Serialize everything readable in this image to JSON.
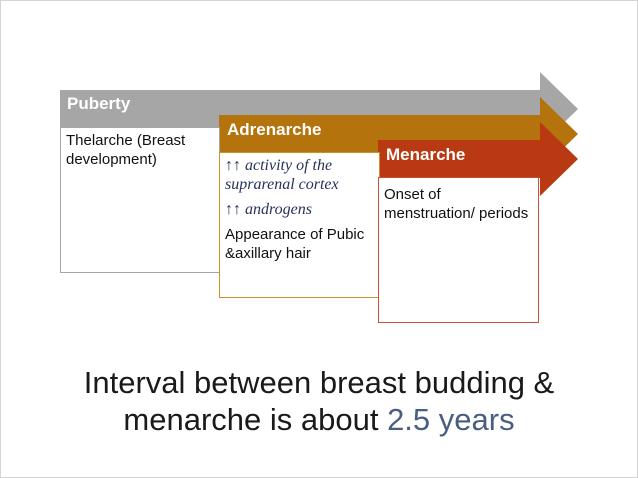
{
  "stages": [
    {
      "title": "Puberty",
      "lines": [
        "Thelarche (Breast development)"
      ],
      "color": "#a6a6a6"
    },
    {
      "title": "Adrenarche",
      "lines": [
        "↑↑ activity of the suprarenal cortex",
        "↑↑ androgens",
        "Appearance of Pubic &axillary hair"
      ],
      "color": "#b5730d"
    },
    {
      "title": "Menarche",
      "lines": [
        "Onset of menstruation/ periods"
      ],
      "color": "#b93a12"
    }
  ],
  "caption": {
    "line1": "Interval between breast budding &",
    "line2_prefix": "menarche is about ",
    "line2_highlight": "2.5 years"
  }
}
